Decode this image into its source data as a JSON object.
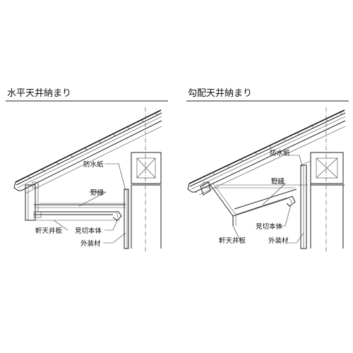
{
  "left_panel": {
    "title": "水平天井納まり",
    "labels": {
      "waterproof_paper": "防水紙",
      "furring": "野縁",
      "eave_ceiling_board": "軒天井板",
      "trim_body": "見切本体",
      "exterior_material": "外装材"
    }
  },
  "right_panel": {
    "title": "勾配天井納まり",
    "labels": {
      "waterproof_paper": "防水紙",
      "furring": "野縁",
      "trim_body": "見切本体",
      "eave_ceiling_board": "軒天井板",
      "exterior_material": "外装材"
    }
  }
}
